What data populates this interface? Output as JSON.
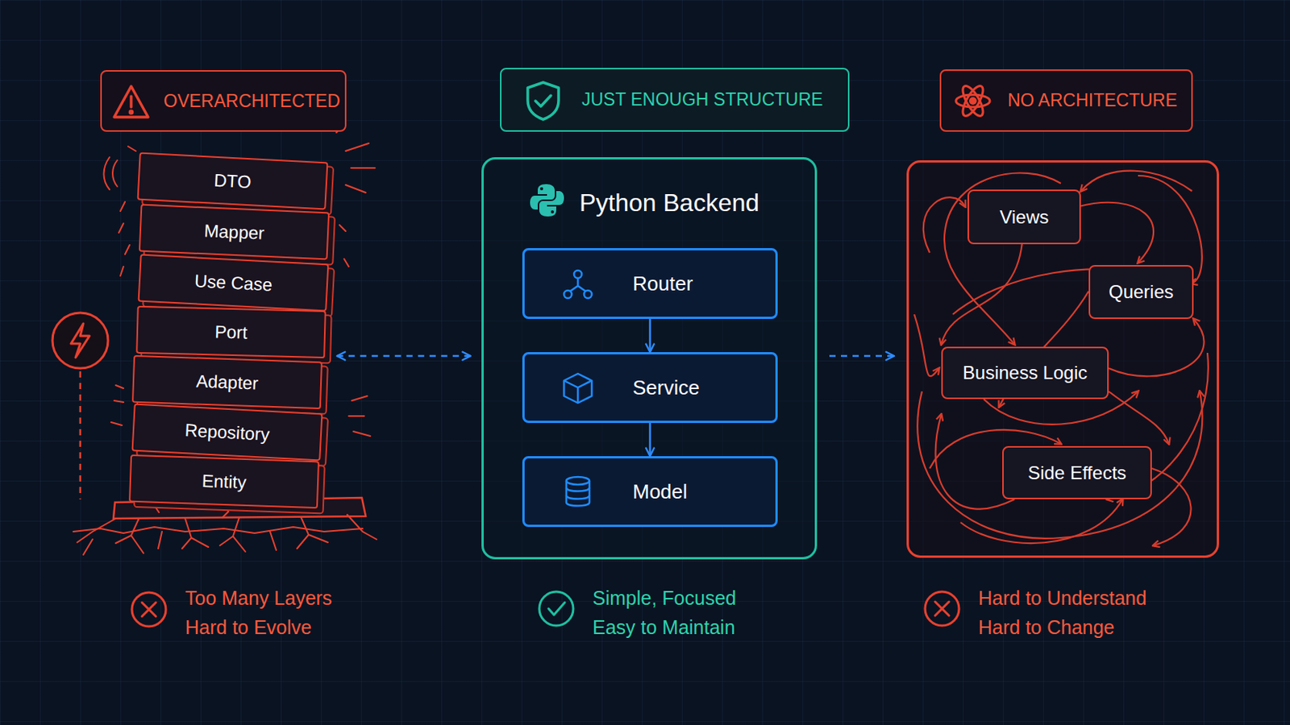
{
  "diagram": {
    "nodes": [
      {
        "text": [
          "OVERARCHITECTED"
        ]
      },
      {
        "text": [
          "JUST ENOUGH STRUCTURE"
        ]
      },
      {
        "text": [
          "NO ARCHITECTURE"
        ]
      },
      {
        "text": [
          "DTO"
        ]
      },
      {
        "text": [
          "Mapper"
        ]
      },
      {
        "text": [
          "Use Case"
        ]
      },
      {
        "text": [
          "Port"
        ]
      },
      {
        "text": [
          "Adapter"
        ]
      },
      {
        "text": [
          "Repository"
        ]
      },
      {
        "text": [
          "Entity"
        ]
      },
      {
        "text": [
          "Python Backend"
        ]
      },
      {
        "text": [
          "Router"
        ],
        "in": 10
      },
      {
        "text": [
          "Service"
        ],
        "in": 10
      },
      {
        "text": [
          "Model"
        ],
        "in": 10
      },
      {
        "text": []
      },
      {
        "text": [
          "Views"
        ],
        "in": 14
      },
      {
        "text": [
          "Queries"
        ],
        "in": 14
      },
      {
        "text": [
          "Business Logic"
        ],
        "in": 14
      },
      {
        "text": [
          "Side Effects"
        ],
        "in": 14
      }
    ],
    "edges": [
      {
        "from": 11,
        "to": 12,
        "arrow": "to"
      },
      {
        "from": 12,
        "to": 13,
        "arrow": "to"
      },
      {
        "from": 6,
        "to": 10,
        "arrow": "both"
      },
      {
        "from": 10,
        "to": 14,
        "arrow": "to"
      }
    ],
    "labels": [
      "Too Many Layers",
      "Hard to Evolve",
      "Simple, Focused",
      "Easy to Maintain",
      "Hard to Understand",
      "Hard to Change"
    ]
  }
}
